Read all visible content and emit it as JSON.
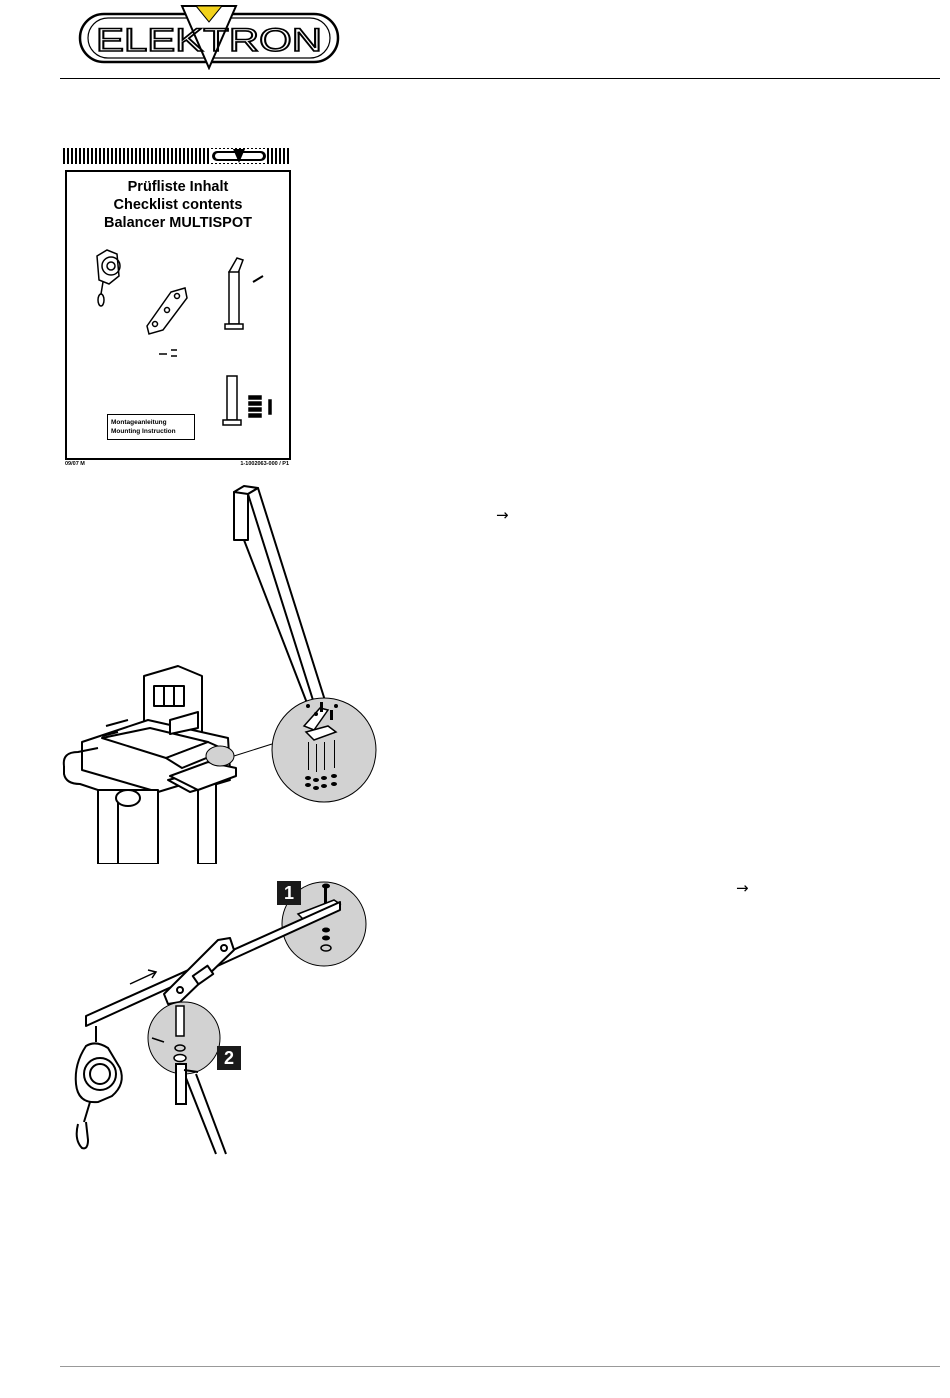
{
  "header": {
    "brand_logo_text": "ELEKTRON"
  },
  "checklist_page": {
    "title_lines": [
      "Prüfliste Inhalt",
      "Checklist contents",
      "Balancer MULTISPOT"
    ],
    "mounting_lines": [
      "Montageanleitung",
      "Mounting Instruction"
    ],
    "footer_left": "09/07 M",
    "footer_right": "1-1002063-000 / P1"
  },
  "steps": {
    "arrow_1": "→",
    "arrow_2": "→"
  },
  "callouts": {
    "badge_1": "1",
    "badge_2": "2"
  },
  "colors": {
    "logo_triangle": "#f2d21b",
    "magnifier_fill": "#d2d2d2",
    "badge_bg": "#1a1a1a"
  }
}
